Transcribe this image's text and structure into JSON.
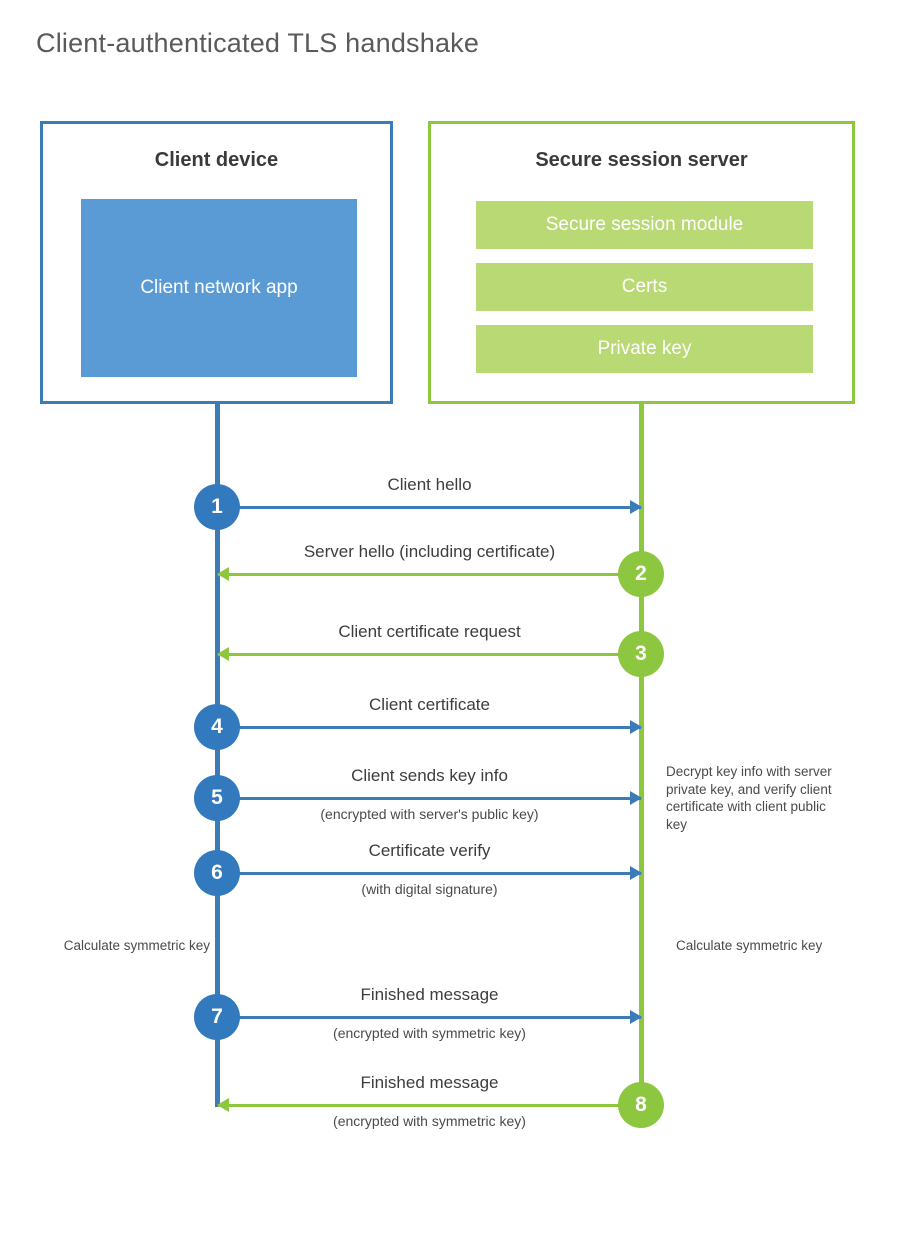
{
  "diagram": {
    "title": "Client-authenticated TLS handshake",
    "colors": {
      "client_blue": "#3b7cb8",
      "client_app_blue": "#5b9bd5",
      "step_blue": "#3279bd",
      "server_green": "#8dc63f",
      "server_bar_green": "#b9d975",
      "text": "#3d3d3d",
      "title_text": "#5a5a5a",
      "background": "#ffffff"
    },
    "parties": {
      "client": {
        "title": "Client device",
        "app_label": "Client network app"
      },
      "server": {
        "title": "Secure session server",
        "components": [
          "Secure session module",
          "Certs",
          "Private key"
        ]
      }
    },
    "steps": [
      {
        "number": "1",
        "label": "Client hello",
        "sub": "",
        "direction": "client-to-server",
        "badge_color": "blue"
      },
      {
        "number": "2",
        "label": "Server hello (including certificate)",
        "sub": "",
        "direction": "server-to-client",
        "badge_color": "green"
      },
      {
        "number": "3",
        "label": "Client certificate request",
        "sub": "",
        "direction": "server-to-client",
        "badge_color": "green"
      },
      {
        "number": "4",
        "label": "Client certificate",
        "sub": "",
        "direction": "client-to-server",
        "badge_color": "blue"
      },
      {
        "number": "5",
        "label": "Client sends key info",
        "sub": "(encrypted with server's public key)",
        "direction": "client-to-server",
        "badge_color": "blue"
      },
      {
        "number": "6",
        "label": "Certificate verify",
        "sub": "(with digital signature)",
        "direction": "client-to-server",
        "badge_color": "blue"
      },
      {
        "number": "7",
        "label": "Finished message",
        "sub": "(encrypted with symmetric key)",
        "direction": "client-to-server",
        "badge_color": "blue"
      },
      {
        "number": "8",
        "label": "Finished message",
        "sub": "(encrypted with symmetric key)",
        "direction": "server-to-client",
        "badge_color": "green"
      }
    ],
    "notes": {
      "server_decrypt": "Decrypt key info with server private key, and verify client certificate with client public key",
      "client_calculate": "Calculate symmetric key",
      "server_calculate": "Calculate symmetric key"
    }
  }
}
